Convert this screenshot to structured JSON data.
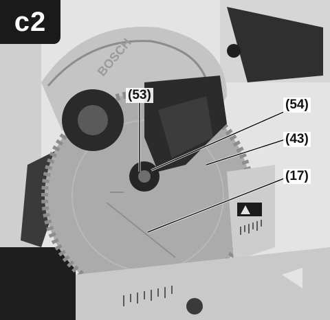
{
  "figure": {
    "label": "c2"
  },
  "callouts": {
    "c53": "(53)",
    "c54": "(54)",
    "c43": "(43)",
    "c17": "(17)"
  },
  "guard": {
    "brand_text": "BOSCH"
  },
  "colors": {
    "background": "#e9e9e9",
    "blade": "#a9a9a9",
    "dark_parts": "#2b2b2b",
    "guard": "#bdbdbd",
    "badge": "#1a1a1a",
    "leader_line": "#ffffff"
  }
}
